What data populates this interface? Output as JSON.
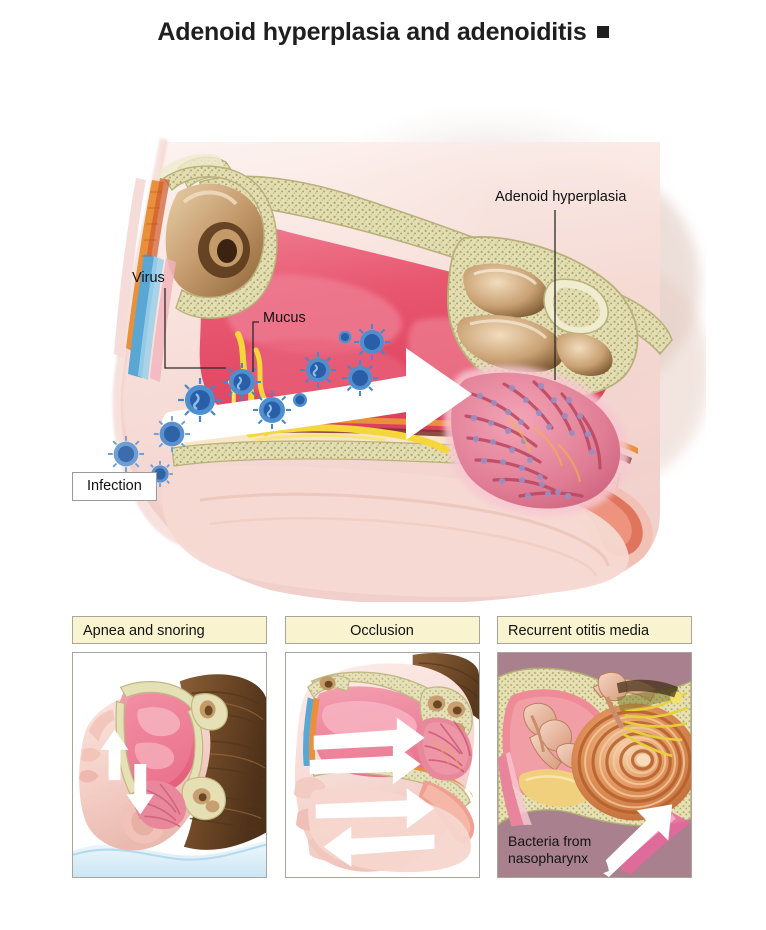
{
  "page": {
    "title": "Adenoid hyperplasia and adenoiditis",
    "title_marker": "black-square"
  },
  "main_illustration": {
    "description": "Sagittal cross-section of a child's head showing nasal cavity, hypertrophic adenoid and viral infection",
    "labels": {
      "adenoid_hyperplasia": "Adenoid hyperplasia",
      "virus": "Virus",
      "mucus": "Mucus",
      "infection": "Infection"
    },
    "colors": {
      "mucosa": "#e8566f",
      "mucosa_light": "#f08a9c",
      "bone": "#ded9b0",
      "bone_speckle": "#9b945c",
      "cartilage": "#c8a882",
      "skin": "#f6dcd8",
      "vessel_blue": "#5aa7d4",
      "vessel_orange": "#e8903c",
      "mucus_yellow": "#f5d73c",
      "virus_blue": "#3f7fc4",
      "virus_core": "#1f4f96",
      "arrow": "#ffffff",
      "adenoid_crypt": "#d6657f",
      "adenoid_follicle": "#9a8fc4"
    }
  },
  "panels": [
    {
      "id": "apnea",
      "header": "Apnea and snoring",
      "header_align": "left",
      "background": "white",
      "caption": "",
      "colors": {
        "skin": "#f3cfc7",
        "hair": "#7a5231",
        "pillow": "#d8ecf7",
        "airway": "#e87f96",
        "bone": "#e2dcb8",
        "arrow": "#ffffff"
      }
    },
    {
      "id": "occlusion",
      "header": "Occlusion",
      "header_align": "center",
      "background": "white",
      "caption": "",
      "colors": {
        "skin": "#f6d8d2",
        "hair": "#7c5434",
        "mucosa": "#ef8fa1",
        "bone": "#e4dfbb",
        "adenoid": "#e2899c",
        "arrow": "#ffffff"
      }
    },
    {
      "id": "otitis",
      "header": "Recurrent otitis media",
      "header_align": "left",
      "background": "mauve",
      "caption": "Bacteria from\nnasopharynx",
      "colors": {
        "background": "#a8808e",
        "bone": "#e4dfb6",
        "cochlea": "#e2935b",
        "cochlea_dark": "#b9622f",
        "ossicle": "#e8b7a0",
        "nerve_yellow": "#e8d23c",
        "tube_pink": "#e8789e",
        "arrow": "#ffffff"
      }
    }
  ]
}
